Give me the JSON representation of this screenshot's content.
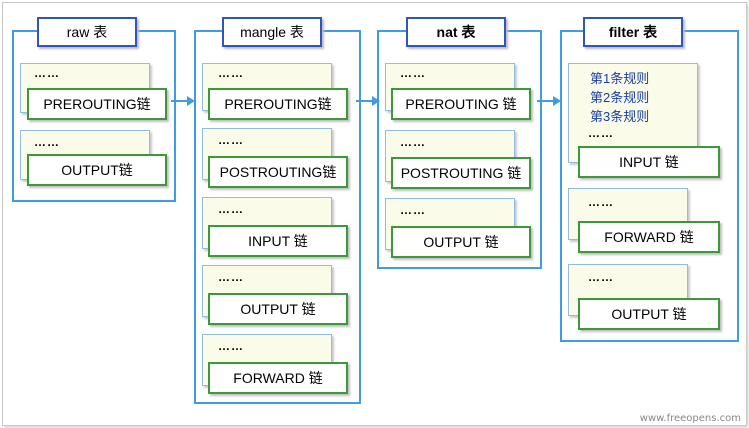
{
  "tables": {
    "raw": {
      "title": "raw 表",
      "dots": [
        "……",
        "……"
      ],
      "chains": [
        "PREROUTING链",
        "OUTPUT链"
      ]
    },
    "mangle": {
      "title": "mangle 表",
      "dots": [
        "……",
        "……",
        "……",
        "……",
        "……"
      ],
      "chains": [
        "PREROUTING链",
        "POSTROUTING链",
        "INPUT 链",
        "OUTPUT 链",
        "FORWARD 链"
      ]
    },
    "nat": {
      "title": "nat 表",
      "dots": [
        "……",
        "……",
        "……"
      ],
      "chains": [
        "PREROUTING 链",
        "POSTROUTING 链",
        "OUTPUT 链"
      ]
    },
    "filter": {
      "title": "filter 表",
      "rules": [
        "第1条规则",
        "第2条规则",
        "第3条规则"
      ],
      "dots": [
        "……",
        "……",
        "……"
      ],
      "chains": [
        "INPUT 链",
        "FORWARD 链",
        "OUTPUT 链"
      ]
    }
  },
  "watermark": "www.freeopens.com",
  "colors": {
    "table_border": "#3f9be6",
    "title_border": "#2f55c2",
    "chain_border": "#3a9a3a",
    "rule_fill": "#fbfbe9",
    "rule_text": "#1a3fa8",
    "arrow": "#3f9be6"
  }
}
